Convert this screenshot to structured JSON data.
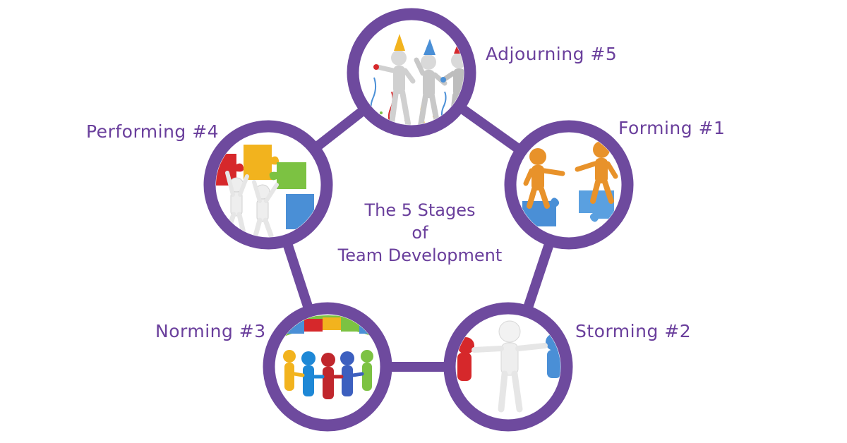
{
  "title": {
    "line1": "The 5 Stages",
    "line2": "of",
    "line3": "Team Development"
  },
  "stages": [
    {
      "label": "Forming #1",
      "icon": "two-figures-puzzle-icon"
    },
    {
      "label": "Storming #2",
      "icon": "figure-pushing-apart-icon"
    },
    {
      "label": "Norming #3",
      "icon": "group-holding-hands-icon"
    },
    {
      "label": "Performing #4",
      "icon": "team-lifting-puzzle-icon"
    },
    {
      "label": "Adjourning #5",
      "icon": "celebrating-figures-icon"
    }
  ],
  "colors": {
    "accent": "#6e4a9e",
    "text": "#6a3f9c",
    "orange_figure": "#e8922a",
    "blue_puzzle": "#4a8fd6",
    "red": "#d6282b",
    "yellow": "#f2b31e",
    "green": "#7cc242",
    "white_figure": "#eeeeee"
  }
}
